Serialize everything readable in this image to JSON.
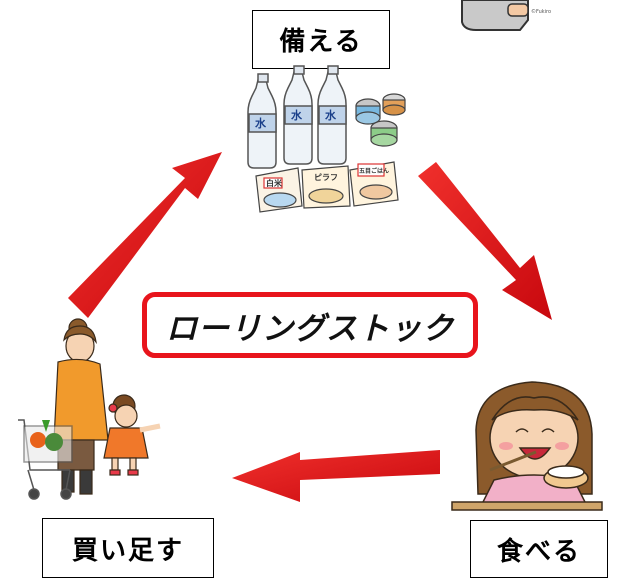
{
  "labels": {
    "prepare": "備える",
    "buy": "買い足す",
    "eat": "食べる"
  },
  "title": "ローリングストック",
  "illustration_text": {
    "water_bottle_label": "水",
    "rice_label": "白米",
    "pilaf_label": "ピラフ",
    "gomoku_label": "五目ごはん"
  },
  "credit": "©Fukiro",
  "colors": {
    "arrow": "#e8141c",
    "title_border": "#e8141c"
  }
}
